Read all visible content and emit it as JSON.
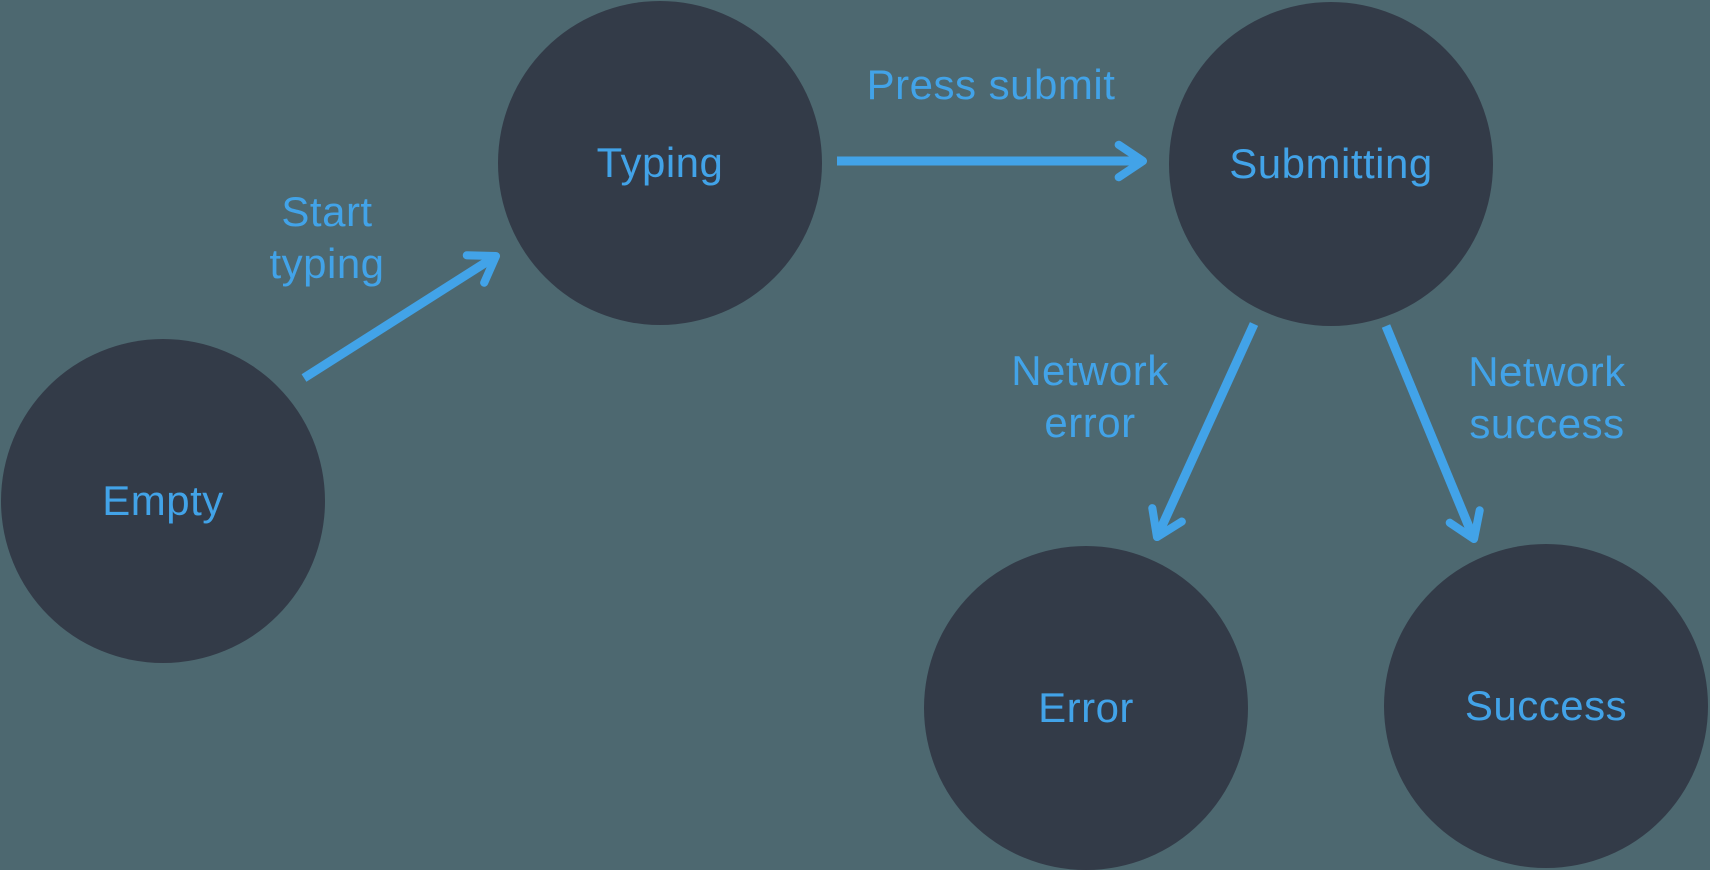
{
  "diagram": {
    "type": "state-machine",
    "nodes": [
      {
        "label": "Empty"
      },
      {
        "label": "Typing"
      },
      {
        "label": "Submitting"
      },
      {
        "label": "Error"
      },
      {
        "label": "Success"
      }
    ],
    "edges": [
      {
        "from": "Empty",
        "to": "Typing",
        "label": "Start\ntyping"
      },
      {
        "from": "Typing",
        "to": "Submitting",
        "label": "Press submit"
      },
      {
        "from": "Submitting",
        "to": "Error",
        "label": "Network\nerror"
      },
      {
        "from": "Submitting",
        "to": "Success",
        "label": "Network\nsuccess"
      }
    ]
  },
  "colors": {
    "background": "#4D6870",
    "node_fill": "#333B48",
    "accent": "#42A3E8"
  }
}
